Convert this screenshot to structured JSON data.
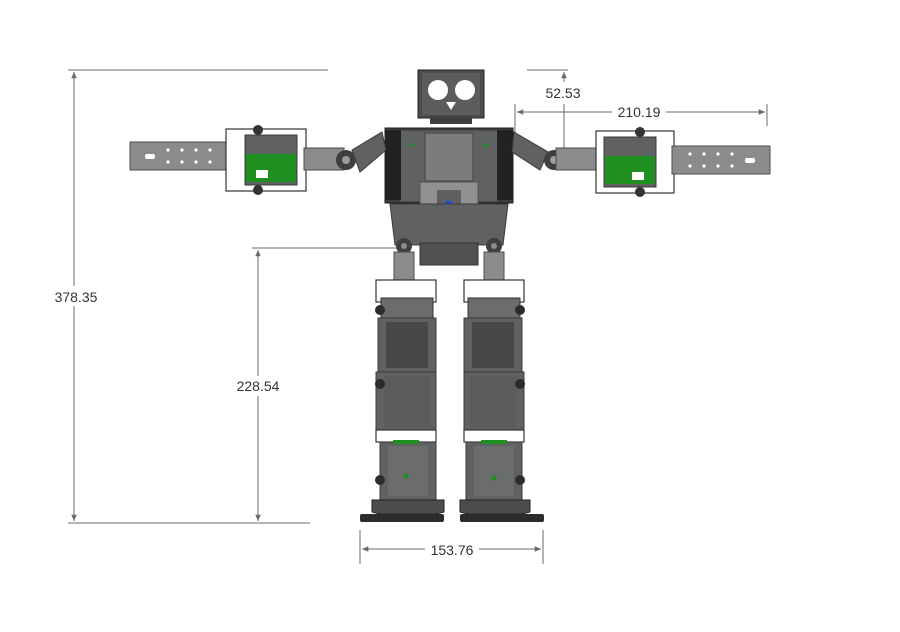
{
  "drawing": {
    "dimensions": {
      "total_height": "378.35",
      "hip_height": "228.54",
      "foot_span": "153.76",
      "arm_extension": "210.19",
      "head_offset": "52.53"
    },
    "colors": {
      "metal": "#5f6163",
      "metal_light": "#8a8c8e",
      "board_green": "#1f8f1f",
      "led_blue": "#1a4dd8",
      "dimension_line": "#6a6a6a"
    }
  }
}
